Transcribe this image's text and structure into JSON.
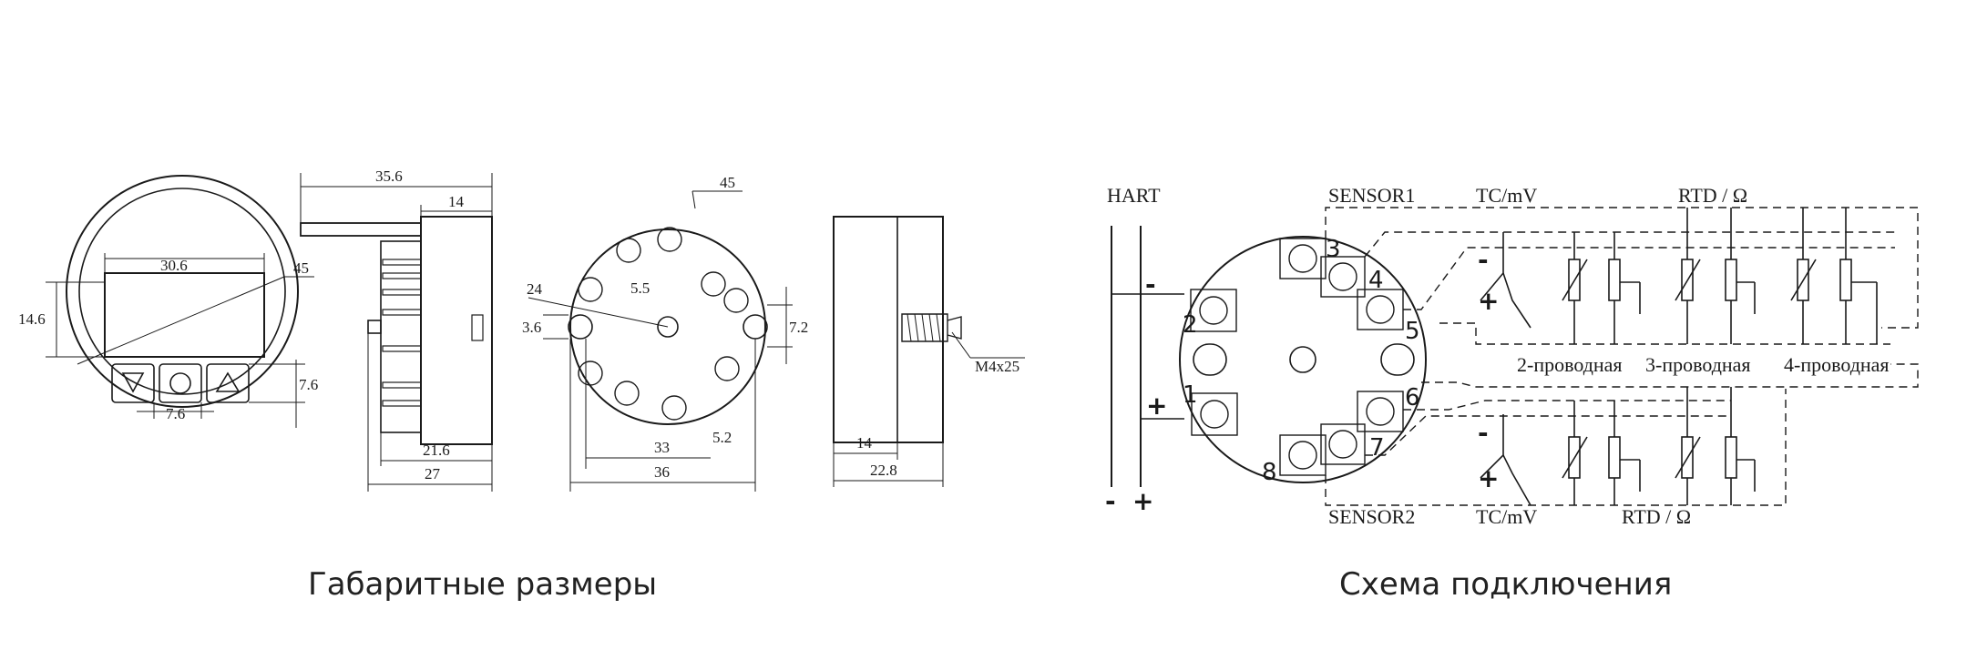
{
  "captions": {
    "left": "Габаритные размеры",
    "right": "Схема подключения"
  },
  "dimensions": {
    "front_view": {
      "width_display": "30.6",
      "diagonal": "45",
      "height_display": "14.6",
      "button_pitch": "7.6",
      "button_height": "7.6"
    },
    "side_view": {
      "total_top": "35.6",
      "top_inner": "14",
      "bottom_inner": "21.6",
      "bottom_total": "27"
    },
    "top_view": {
      "angle": "45",
      "d24": "24",
      "d55": "5.5",
      "d36a": "3.6",
      "d72": "7.2",
      "d33": "33",
      "d52": "5.2",
      "d36": "36"
    },
    "end_view": {
      "d14": "14",
      "d228": "22.8",
      "screw": "M4x25"
    }
  },
  "wiring": {
    "hart_label": "HART",
    "minus": "-",
    "plus": "+",
    "sensor1_label": "SENSOR1",
    "sensor2_label": "SENSOR2",
    "tc_label_1": "TC/mV",
    "tc_label_2": "TC/mV",
    "rtd_label_1": "RTD / Ω",
    "rtd_label_2": "RTD / Ω",
    "wire2_label": "2-проводная",
    "wire3_label": "3-проводная",
    "wire4_label": "4-проводная",
    "terminals": [
      "1",
      "2",
      "3",
      "4",
      "5",
      "6",
      "7",
      "8"
    ]
  }
}
